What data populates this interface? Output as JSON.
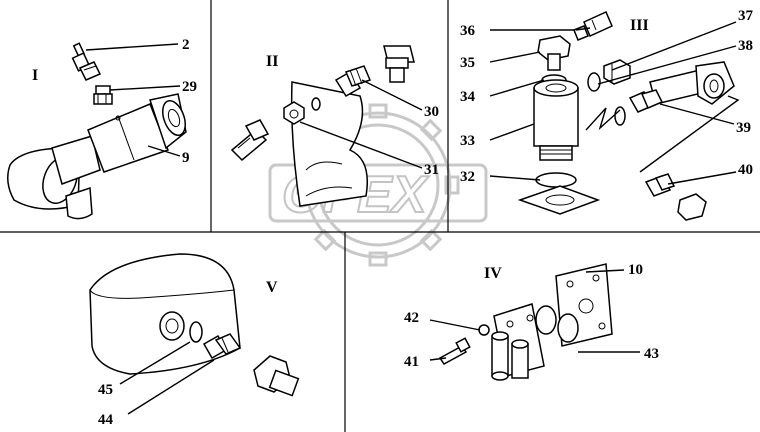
{
  "watermark": {
    "text": "OPEX"
  },
  "sections": {
    "I": "I",
    "II": "II",
    "III": "III",
    "IV": "IV",
    "V": "V"
  },
  "callouts": {
    "c2": "2",
    "c29": "29",
    "c9": "9",
    "c30": "30",
    "c31": "31",
    "c36": "36",
    "c35": "35",
    "c34": "34",
    "c33": "33",
    "c32": "32",
    "c37": "37",
    "c38": "38",
    "c39": "39",
    "c40": "40",
    "c10": "10",
    "c42": "42",
    "c41": "41",
    "c43": "43",
    "c45": "45",
    "c44": "44"
  }
}
